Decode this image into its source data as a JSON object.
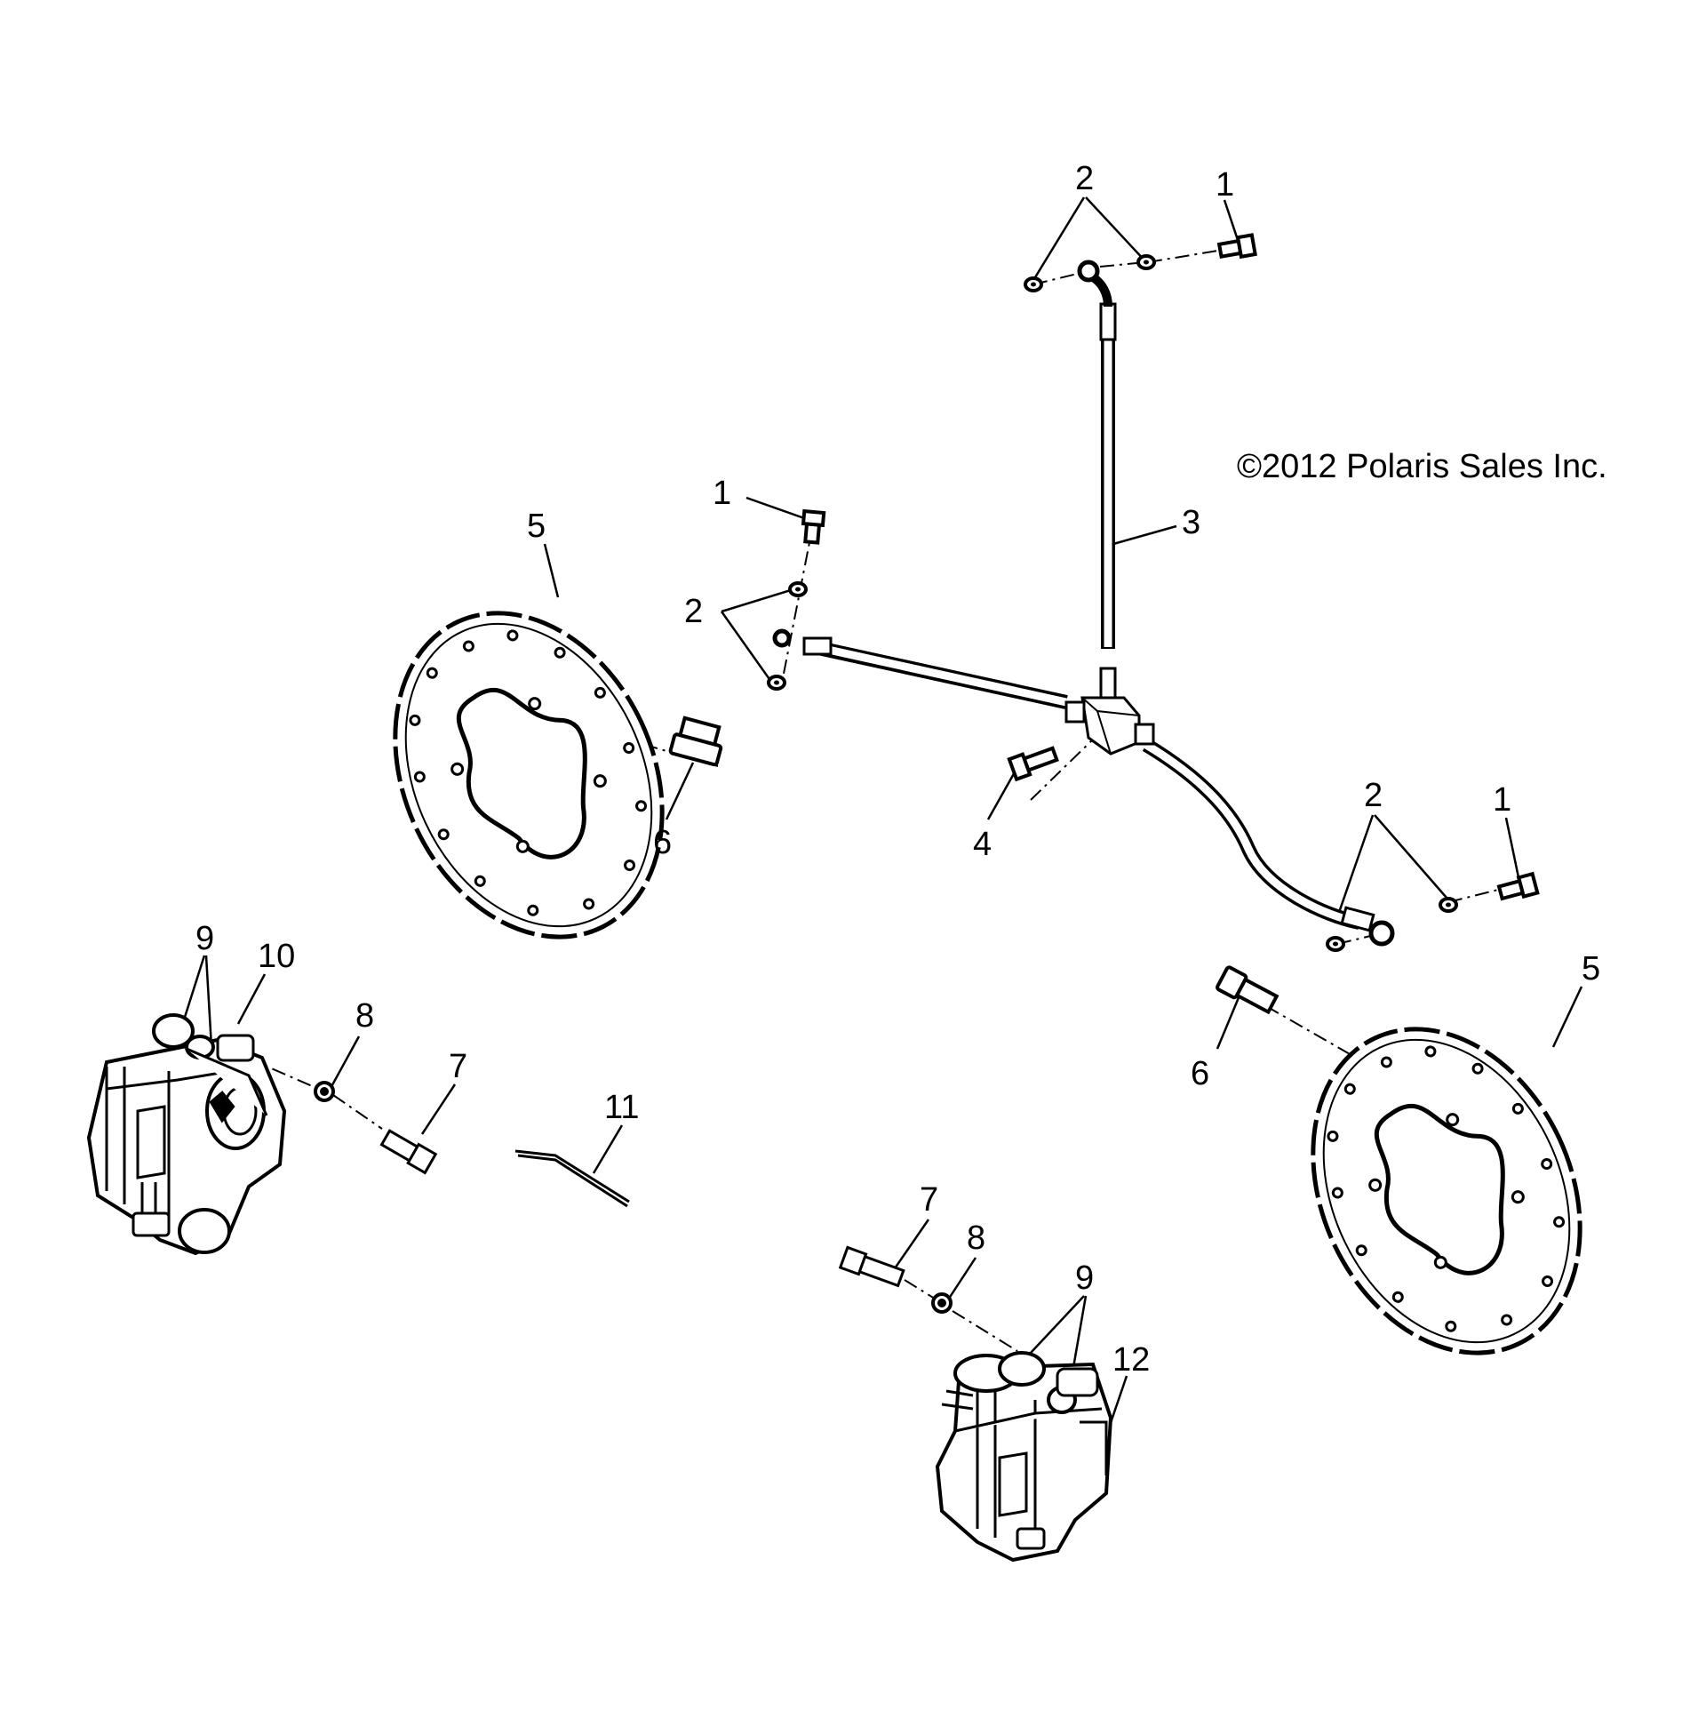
{
  "copyright": "©2012 Polaris Sales Inc.",
  "callouts": {
    "c1a": "1",
    "c1b": "1",
    "c1c": "1",
    "c2a": "2",
    "c2b": "2",
    "c2c": "2",
    "c3": "3",
    "c4": "4",
    "c5a": "5",
    "c5b": "5",
    "c6a": "6",
    "c6b": "6",
    "c7a": "7",
    "c7b": "7",
    "c8a": "8",
    "c8b": "8",
    "c9a": "9",
    "c9b": "9",
    "c10": "10",
    "c11": "11",
    "c12": "12"
  },
  "colors": {
    "ink": "#000000",
    "paper": "#ffffff"
  }
}
